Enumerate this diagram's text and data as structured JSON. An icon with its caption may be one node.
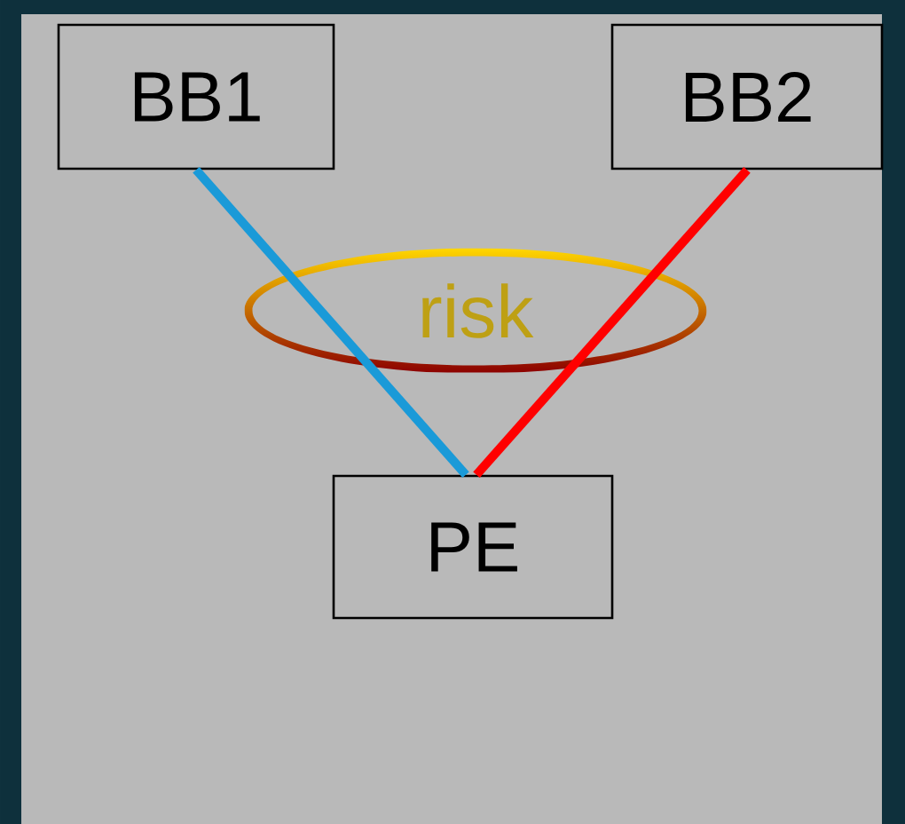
{
  "diagram": {
    "nodes": [
      {
        "text": [
          "BB1"
        ]
      },
      {
        "text": [
          "BB2"
        ]
      },
      {
        "text": [
          "PE"
        ]
      },
      {
        "text": [
          "risk"
        ]
      }
    ],
    "edges": [
      {
        "from": 0,
        "to": 2,
        "arrow": "none",
        "color": "#1a9ad8"
      },
      {
        "from": 1,
        "to": 2,
        "arrow": "none",
        "color": "#ff0000"
      }
    ]
  }
}
